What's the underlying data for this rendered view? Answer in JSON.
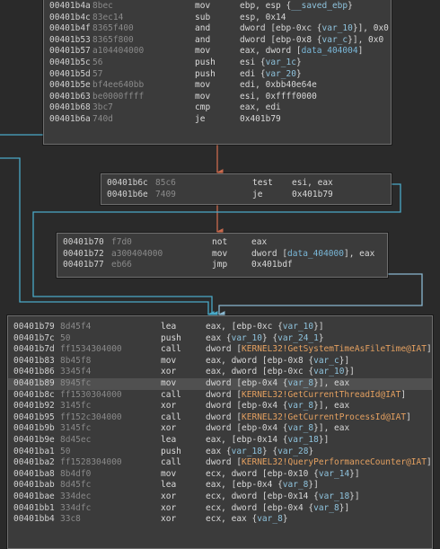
{
  "colors": {
    "background": "#2a2a2a",
    "block_bg": "#3b3b3b",
    "block_border": "#6e6e6e",
    "edge_true": "#4aa9c7",
    "edge_false": "#c96a4e",
    "edge_uncond": "#8ab8d0",
    "import_symbol": "#e4a060",
    "variable": "#8ec2dc"
  },
  "blocks": [
    {
      "lines": [
        {
          "addr": "00401b4a",
          "bytes": "8bec",
          "mnem": "mov",
          "ops": [
            {
              "t": "ebp, esp {",
              "k": "op"
            },
            {
              "t": "__saved_ebp",
              "k": "var"
            },
            {
              "t": "}",
              "k": "op"
            }
          ]
        },
        {
          "addr": "00401b4c",
          "bytes": "83ec14",
          "mnem": "sub",
          "ops": [
            {
              "t": "esp, 0x14",
              "k": "op"
            }
          ]
        },
        {
          "addr": "00401b4f",
          "bytes": "8365f400",
          "mnem": "and",
          "ops": [
            {
              "t": "dword [ebp-0xc {",
              "k": "op"
            },
            {
              "t": "var_10",
              "k": "var"
            },
            {
              "t": "}], 0x0",
              "k": "op"
            }
          ]
        },
        {
          "addr": "00401b53",
          "bytes": "8365f800",
          "mnem": "and",
          "ops": [
            {
              "t": "dword [ebp-0x8 {",
              "k": "op"
            },
            {
              "t": "var_c",
              "k": "var"
            },
            {
              "t": "}], 0x0",
              "k": "op"
            }
          ]
        },
        {
          "addr": "00401b57",
          "bytes": "a104404000",
          "mnem": "mov",
          "ops": [
            {
              "t": "eax, dword [",
              "k": "op"
            },
            {
              "t": "data_404004",
              "k": "sym"
            },
            {
              "t": "]",
              "k": "op"
            }
          ]
        },
        {
          "addr": "00401b5c",
          "bytes": "56",
          "mnem": "push",
          "ops": [
            {
              "t": "esi {",
              "k": "op"
            },
            {
              "t": "var_1c",
              "k": "var"
            },
            {
              "t": "}",
              "k": "op"
            }
          ]
        },
        {
          "addr": "00401b5d",
          "bytes": "57",
          "mnem": "push",
          "ops": [
            {
              "t": "edi {",
              "k": "op"
            },
            {
              "t": "var_20",
              "k": "var"
            },
            {
              "t": "}",
              "k": "op"
            }
          ]
        },
        {
          "addr": "00401b5e",
          "bytes": "bf4ee640bb",
          "mnem": "mov",
          "ops": [
            {
              "t": "edi, 0xbb40e64e",
              "k": "op"
            }
          ]
        },
        {
          "addr": "00401b63",
          "bytes": "be0000ffff",
          "mnem": "mov",
          "ops": [
            {
              "t": "esi, 0xffff0000",
              "k": "op"
            }
          ]
        },
        {
          "addr": "00401b68",
          "bytes": "3bc7",
          "mnem": "cmp",
          "ops": [
            {
              "t": "eax, edi",
              "k": "op"
            }
          ]
        },
        {
          "addr": "00401b6a",
          "bytes": "740d",
          "mnem": "je",
          "ops": [
            {
              "t": "0x401b79",
              "k": "op"
            }
          ]
        }
      ]
    },
    {
      "lines": [
        {
          "addr": "00401b6c",
          "bytes": "85c6",
          "mnem": "test",
          "ops": [
            {
              "t": "esi, eax",
              "k": "op"
            }
          ]
        },
        {
          "addr": "00401b6e",
          "bytes": "7409",
          "mnem": "je",
          "ops": [
            {
              "t": "0x401b79",
              "k": "op"
            }
          ]
        }
      ]
    },
    {
      "lines": [
        {
          "addr": "00401b70",
          "bytes": "f7d0",
          "mnem": "not",
          "ops": [
            {
              "t": "eax",
              "k": "op"
            }
          ]
        },
        {
          "addr": "00401b72",
          "bytes": "a300404000",
          "mnem": "mov",
          "ops": [
            {
              "t": "dword [",
              "k": "op"
            },
            {
              "t": "data_404000",
              "k": "sym"
            },
            {
              "t": "], eax",
              "k": "op"
            }
          ]
        },
        {
          "addr": "00401b77",
          "bytes": "eb66",
          "mnem": "jmp",
          "ops": [
            {
              "t": "0x401bdf",
              "k": "op"
            }
          ]
        }
      ]
    },
    {
      "lines": [
        {
          "addr": "00401b79",
          "bytes": "8d45f4",
          "mnem": "lea",
          "ops": [
            {
              "t": "eax, [ebp-0xc {",
              "k": "op"
            },
            {
              "t": "var_10",
              "k": "var"
            },
            {
              "t": "}]",
              "k": "op"
            }
          ]
        },
        {
          "addr": "00401b7c",
          "bytes": "50",
          "mnem": "push",
          "ops": [
            {
              "t": "eax {",
              "k": "op"
            },
            {
              "t": "var_10",
              "k": "var"
            },
            {
              "t": "} {",
              "k": "op"
            },
            {
              "t": "var_24_1",
              "k": "var"
            },
            {
              "t": "}",
              "k": "op"
            }
          ]
        },
        {
          "addr": "00401b7d",
          "bytes": "ff1534304000",
          "mnem": "call",
          "ops": [
            {
              "t": "dword [",
              "k": "op"
            },
            {
              "t": "KERNEL32!GetSystemTimeAsFileTime@IAT",
              "k": "imp"
            },
            {
              "t": "]",
              "k": "op"
            }
          ]
        },
        {
          "addr": "00401b83",
          "bytes": "8b45f8",
          "mnem": "mov",
          "ops": [
            {
              "t": "eax, dword [ebp-0x8 {",
              "k": "op"
            },
            {
              "t": "var_c",
              "k": "var"
            },
            {
              "t": "}]",
              "k": "op"
            }
          ]
        },
        {
          "addr": "00401b86",
          "bytes": "3345f4",
          "mnem": "xor",
          "ops": [
            {
              "t": "eax, dword [ebp-0xc {",
              "k": "op"
            },
            {
              "t": "var_10",
              "k": "var"
            },
            {
              "t": "}]",
              "k": "op"
            }
          ]
        },
        {
          "addr": "00401b89",
          "bytes": "8945fc",
          "mnem": "mov",
          "hl": true,
          "ops": [
            {
              "t": "dword [ebp-0x4 {",
              "k": "op"
            },
            {
              "t": "var_8",
              "k": "var"
            },
            {
              "t": "}], eax",
              "k": "op"
            }
          ]
        },
        {
          "addr": "00401b8c",
          "bytes": "ff1530304000",
          "mnem": "call",
          "ops": [
            {
              "t": "dword [",
              "k": "op"
            },
            {
              "t": "KERNEL32!GetCurrentThreadId@IAT",
              "k": "imp"
            },
            {
              "t": "]",
              "k": "op"
            }
          ]
        },
        {
          "addr": "00401b92",
          "bytes": "3145fc",
          "mnem": "xor",
          "ops": [
            {
              "t": "dword [ebp-0x4 {",
              "k": "op"
            },
            {
              "t": "var_8",
              "k": "var"
            },
            {
              "t": "}], eax",
              "k": "op"
            }
          ]
        },
        {
          "addr": "00401b95",
          "bytes": "ff152c304000",
          "mnem": "call",
          "ops": [
            {
              "t": "dword [",
              "k": "op"
            },
            {
              "t": "KERNEL32!GetCurrentProcessId@IAT",
              "k": "imp"
            },
            {
              "t": "]",
              "k": "op"
            }
          ]
        },
        {
          "addr": "00401b9b",
          "bytes": "3145fc",
          "mnem": "xor",
          "ops": [
            {
              "t": "dword [ebp-0x4 {",
              "k": "op"
            },
            {
              "t": "var_8",
              "k": "var"
            },
            {
              "t": "}], eax",
              "k": "op"
            }
          ]
        },
        {
          "addr": "00401b9e",
          "bytes": "8d45ec",
          "mnem": "lea",
          "ops": [
            {
              "t": "eax, [ebp-0x14 {",
              "k": "op"
            },
            {
              "t": "var_18",
              "k": "var"
            },
            {
              "t": "}]",
              "k": "op"
            }
          ]
        },
        {
          "addr": "00401ba1",
          "bytes": "50",
          "mnem": "push",
          "ops": [
            {
              "t": "eax {",
              "k": "op"
            },
            {
              "t": "var_18",
              "k": "var"
            },
            {
              "t": "} {",
              "k": "op"
            },
            {
              "t": "var_28",
              "k": "var"
            },
            {
              "t": "}",
              "k": "op"
            }
          ]
        },
        {
          "addr": "00401ba2",
          "bytes": "ff1528304000",
          "mnem": "call",
          "ops": [
            {
              "t": "dword [",
              "k": "op"
            },
            {
              "t": "KERNEL32!QueryPerformanceCounter@IAT",
              "k": "imp"
            },
            {
              "t": "]",
              "k": "op"
            }
          ]
        },
        {
          "addr": "00401ba8",
          "bytes": "8b4df0",
          "mnem": "mov",
          "ops": [
            {
              "t": "ecx, dword [ebp-0x10 {",
              "k": "op"
            },
            {
              "t": "var_14",
              "k": "var"
            },
            {
              "t": "}]",
              "k": "op"
            }
          ]
        },
        {
          "addr": "00401bab",
          "bytes": "8d45fc",
          "mnem": "lea",
          "ops": [
            {
              "t": "eax, [ebp-0x4 {",
              "k": "op"
            },
            {
              "t": "var_8",
              "k": "var"
            },
            {
              "t": "}]",
              "k": "op"
            }
          ]
        },
        {
          "addr": "00401bae",
          "bytes": "334dec",
          "mnem": "xor",
          "ops": [
            {
              "t": "ecx, dword [ebp-0x14 {",
              "k": "op"
            },
            {
              "t": "var_18",
              "k": "var"
            },
            {
              "t": "}]",
              "k": "op"
            }
          ]
        },
        {
          "addr": "00401bb1",
          "bytes": "334dfc",
          "mnem": "xor",
          "ops": [
            {
              "t": "ecx, dword [ebp-0x4 {",
              "k": "op"
            },
            {
              "t": "var_8",
              "k": "var"
            },
            {
              "t": "}]",
              "k": "op"
            }
          ]
        },
        {
          "addr": "00401bb4",
          "bytes": "33c8",
          "mnem": "xor",
          "ops": [
            {
              "t": "ecx, eax {",
              "k": "op"
            },
            {
              "t": "var_8",
              "k": "var"
            },
            {
              "t": "}",
              "k": "op"
            }
          ]
        }
      ]
    }
  ]
}
